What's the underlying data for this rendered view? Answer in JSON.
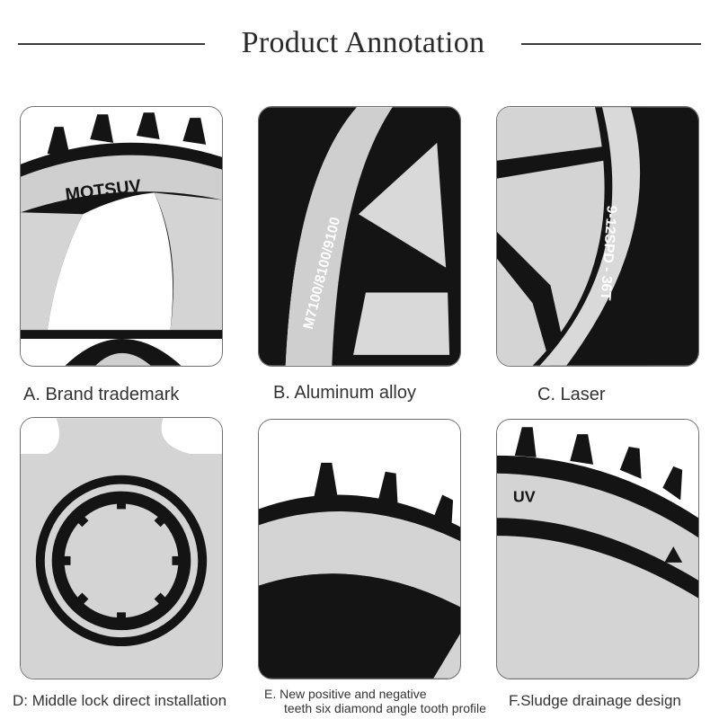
{
  "header": {
    "title": "Product Annotation"
  },
  "panels": [
    {
      "id": "A",
      "caption": "A. Brand trademark",
      "engraving": "MOTSUV"
    },
    {
      "id": "B",
      "caption": "B. Aluminum alloy",
      "engraving": "M7100/8100/9100"
    },
    {
      "id": "C",
      "caption": "C. Laser",
      "engraving": "9-12SPD - 36T"
    },
    {
      "id": "D",
      "caption": "D: Middle lock direct installation"
    },
    {
      "id": "E",
      "caption_line1": "E. New positive and negative",
      "caption_line2": "teeth six diamond angle tooth profile"
    },
    {
      "id": "F",
      "caption": "F.Sludge drainage design",
      "engraving": "UV"
    }
  ],
  "colors": {
    "metal": "#cfcfcf",
    "metal_light": "#e6e6e6",
    "dark": "#141414",
    "border": "#6f6f6f"
  }
}
